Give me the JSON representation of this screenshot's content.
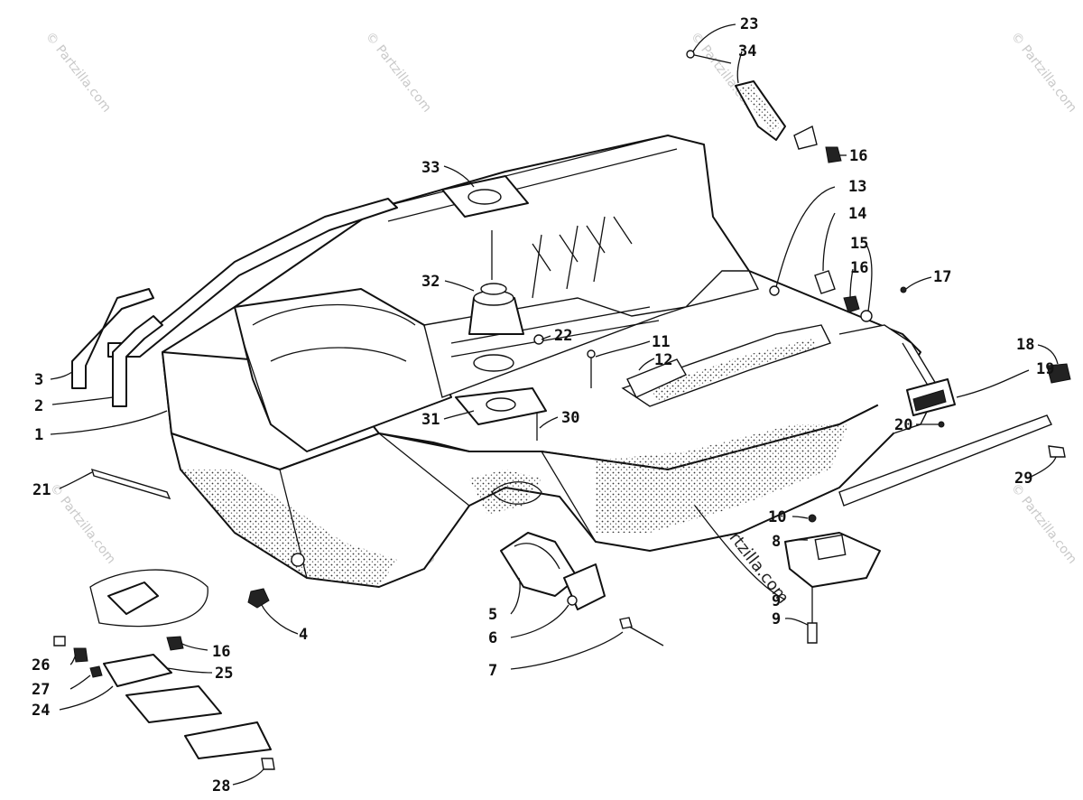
{
  "watermark": "© Partzilla.com",
  "callouts": [
    "1",
    "2",
    "3",
    "4",
    "5",
    "6",
    "7",
    "8",
    "9",
    "9",
    "10",
    "11",
    "12",
    "13",
    "14",
    "15",
    "16",
    "16",
    "16",
    "17",
    "18",
    "19",
    "20",
    "21",
    "22",
    "23",
    "24",
    "25",
    "26",
    "27",
    "28",
    "29",
    "30",
    "31",
    "32",
    "33",
    "34"
  ],
  "colors": {
    "ink": "#111111",
    "paper": "#ffffff",
    "watermark": "#c9c9c9"
  }
}
